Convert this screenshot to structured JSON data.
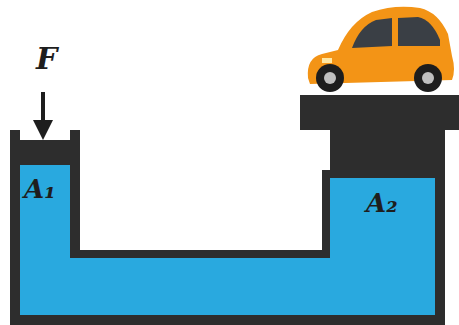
{
  "diagram": {
    "labels": [
      "F",
      "A₁",
      "A₂"
    ]
  }
}
